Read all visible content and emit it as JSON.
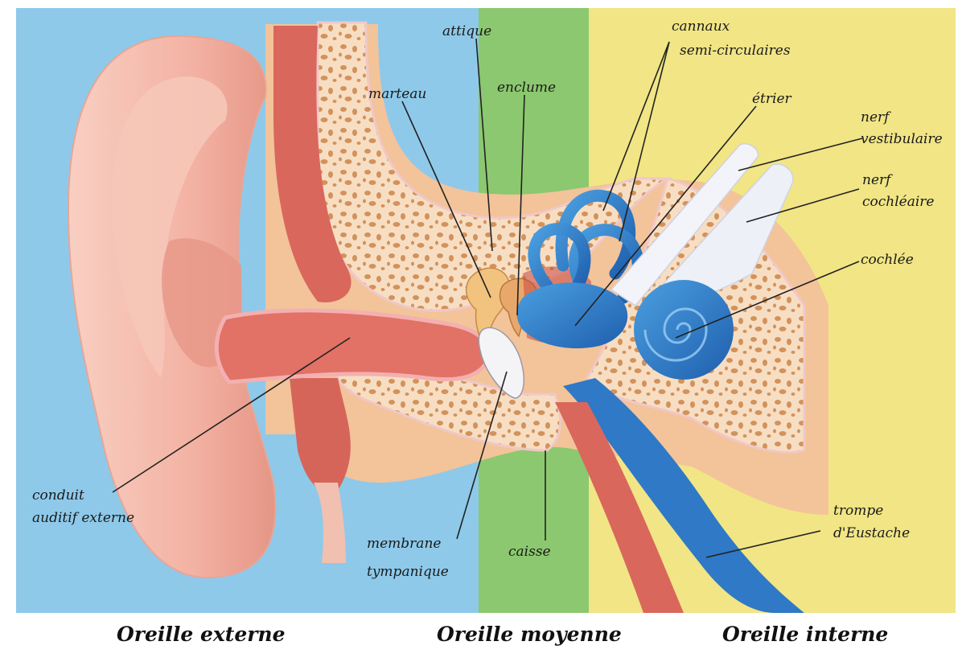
{
  "colors": {
    "outer_bg": "#8ec9ea",
    "middle_bg": "#8cc86f",
    "inner_bg": "#f1e585",
    "skin": "#f3b9ab",
    "skin_dark": "#d98a7a",
    "canal_red": "#d9645a",
    "bone": "#f6dcc0",
    "bone_spot": "#d6925a",
    "labyrinth_blue": "#2e7fc8",
    "nerve_white": "#f2f3f8"
  },
  "labels": {
    "attique": "attique",
    "marteau": "marteau",
    "enclume": "enclume",
    "canaux_1": "cannaux",
    "canaux_2": "semi-circulaires",
    "etrier": "étrier",
    "nerf_vest_1": "nerf",
    "nerf_vest_2": "vestibulaire",
    "nerf_coch_1": "nerf",
    "nerf_coch_2": "cochléaire",
    "cochlee": "cochlée",
    "conduit_1": "conduit",
    "conduit_2": "auditif externe",
    "membrane_1": "membrane",
    "membrane_2": "tympanique",
    "caisse": "caisse",
    "trompe_1": "trompe",
    "trompe_2": "d'Eustache"
  },
  "regions": {
    "external": "Oreille externe",
    "middle": "Oreille moyenne",
    "internal": "Oreille interne"
  }
}
